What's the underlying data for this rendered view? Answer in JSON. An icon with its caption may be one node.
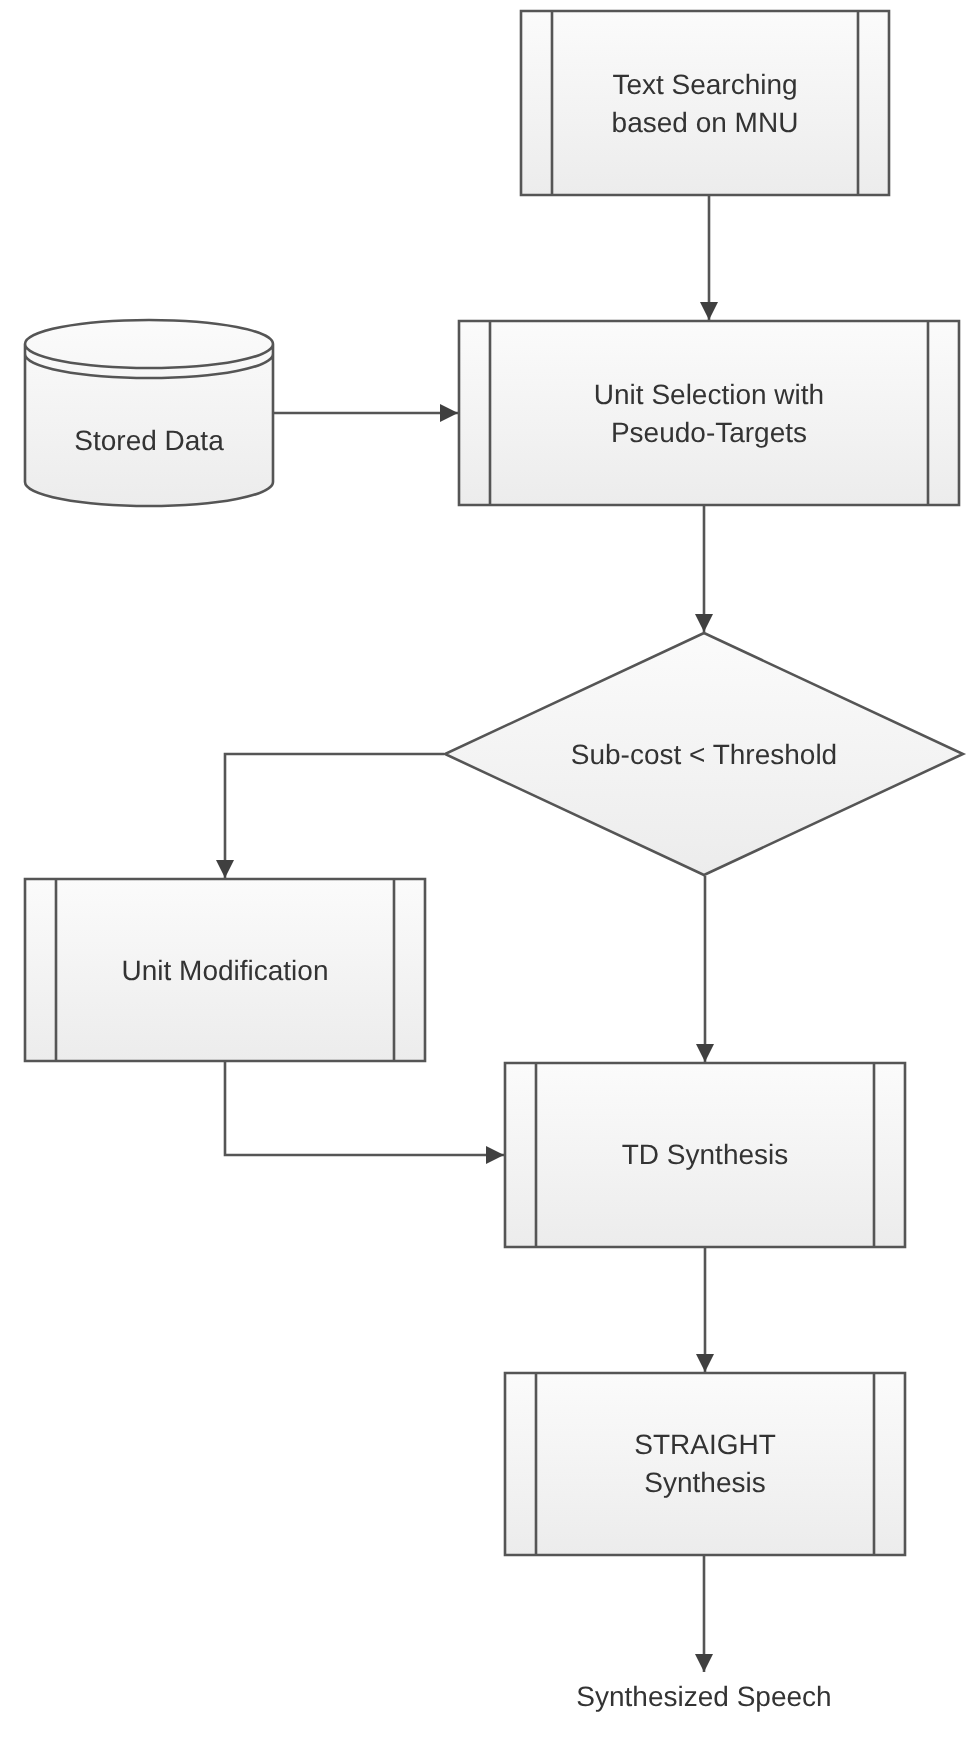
{
  "diagram": {
    "nodes": [
      {
        "text": [
          "Text Searching based on MNU"
        ]
      },
      {
        "text": [
          "Stored Data"
        ]
      },
      {
        "text": [
          "Unit Selection with Pseudo-Targets"
        ]
      },
      {
        "text": [
          "Sub-cost < Threshold"
        ]
      },
      {
        "text": [
          "Unit Modification"
        ]
      },
      {
        "text": [
          "TD Synthesis"
        ]
      },
      {
        "text": [
          "STRAIGHT Synthesis"
        ]
      },
      {
        "text": [
          "Synthesized Speech"
        ]
      }
    ],
    "edges": [
      {
        "from": 0,
        "to": 2,
        "arrow": "to"
      },
      {
        "from": 1,
        "to": 2,
        "arrow": "to"
      },
      {
        "from": 2,
        "to": 3,
        "arrow": "to"
      },
      {
        "from": 3,
        "to": 4,
        "arrow": "to"
      },
      {
        "from": 3,
        "to": 5,
        "arrow": "to"
      },
      {
        "from": 4,
        "to": 5,
        "arrow": "to"
      },
      {
        "from": 5,
        "to": 6,
        "arrow": "to"
      },
      {
        "from": 6,
        "to": 7,
        "arrow": "to"
      }
    ]
  }
}
